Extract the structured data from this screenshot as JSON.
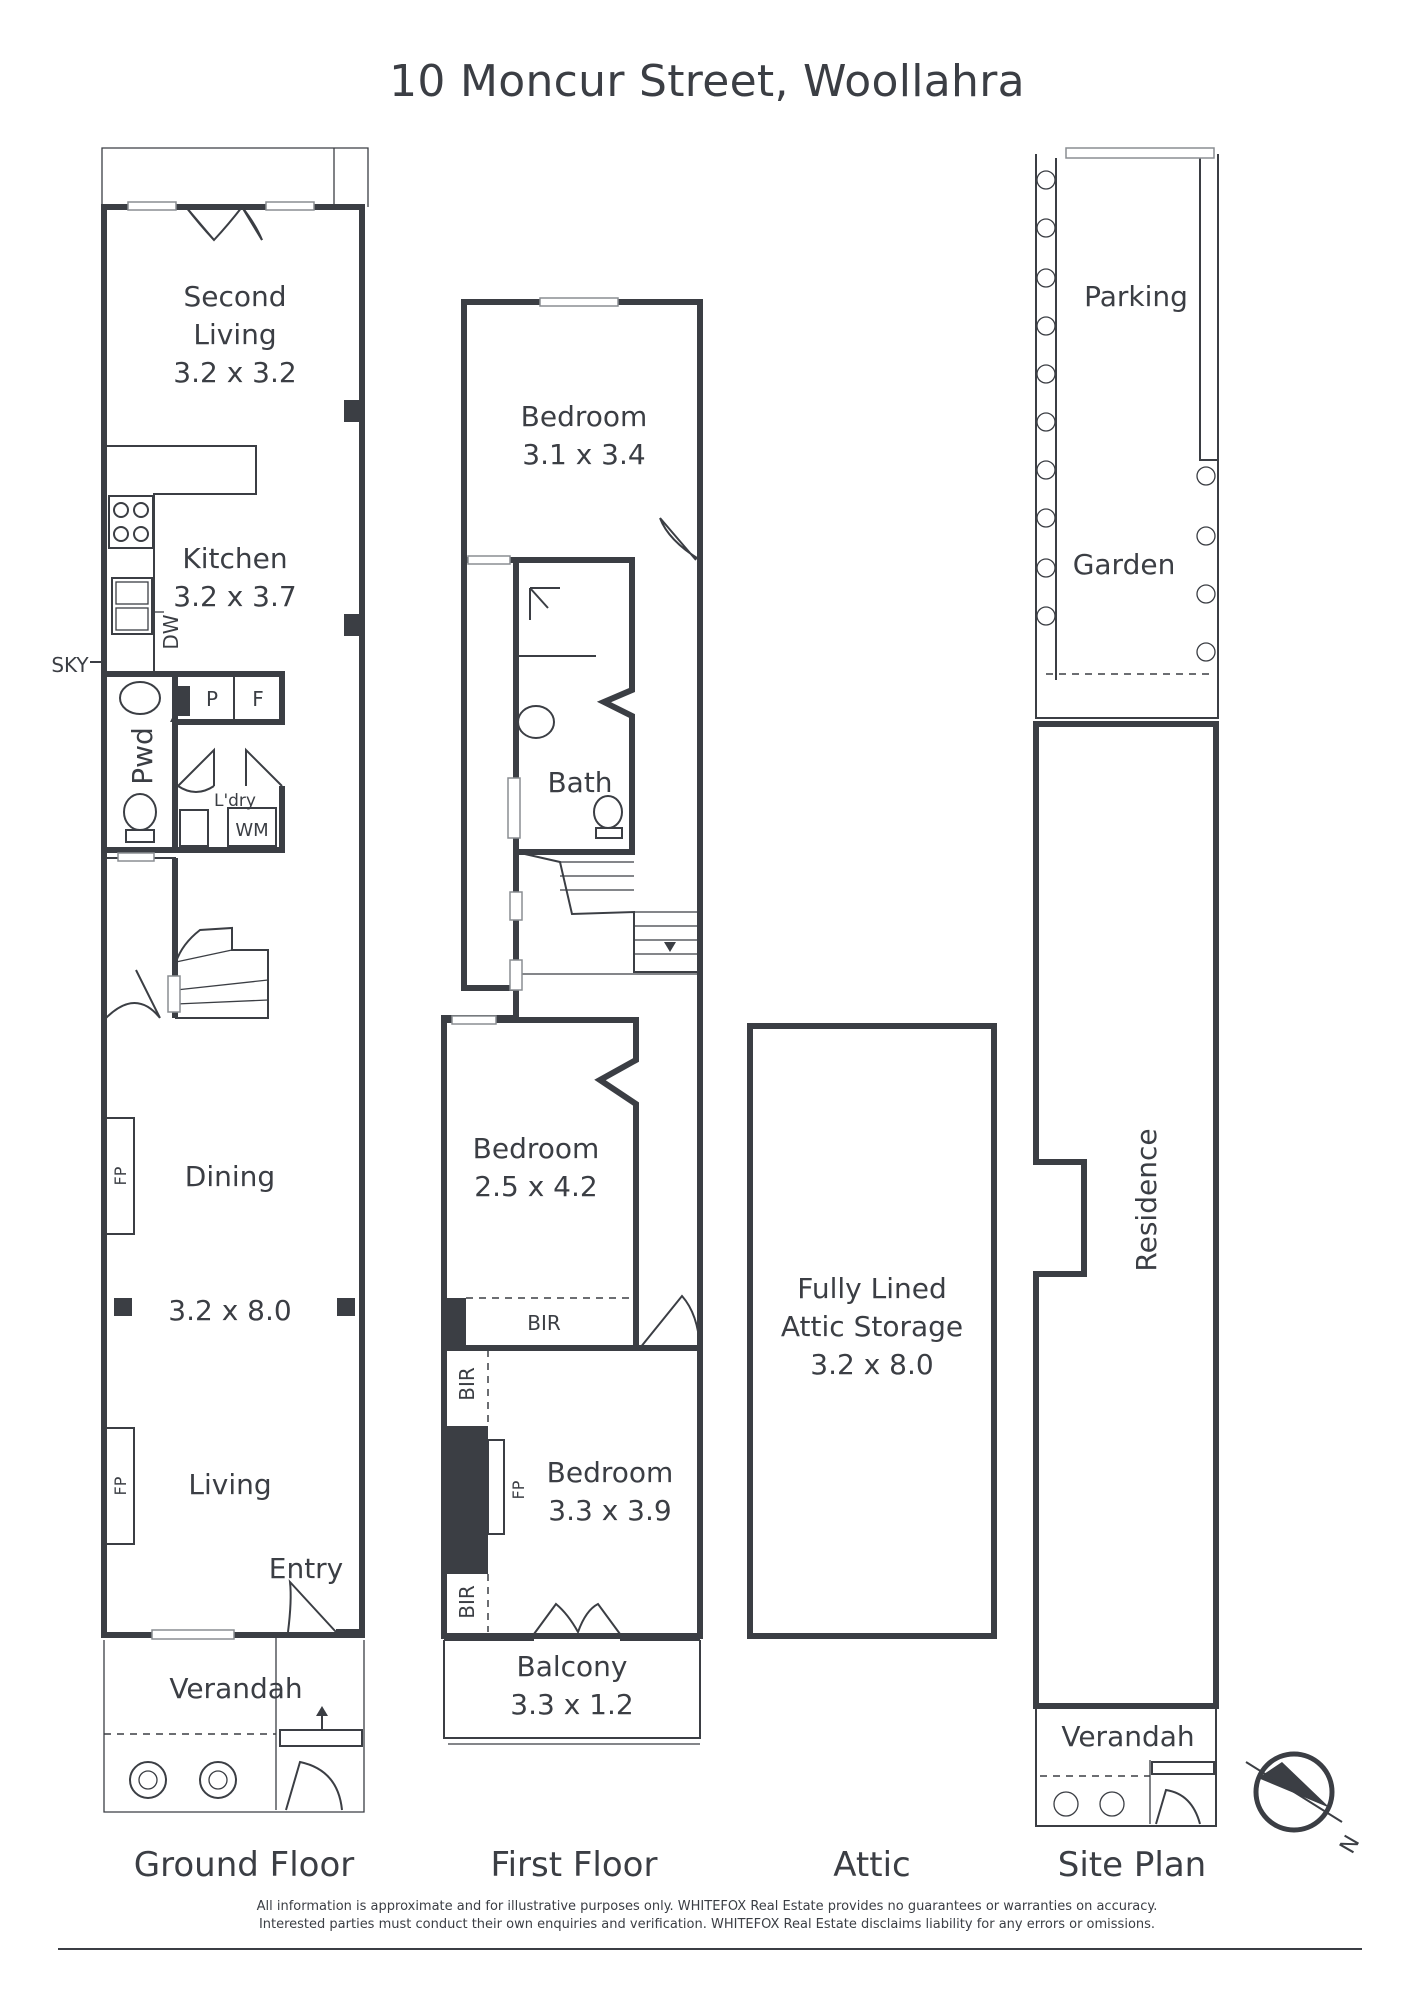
{
  "title": "10 Moncur Street, Woollahra",
  "floors": {
    "ground": {
      "label": "Ground Floor",
      "rooms": {
        "second_living": {
          "name_1": "Second",
          "name_2": "Living",
          "dims": "3.2 x 3.2"
        },
        "kitchen": {
          "name": "Kitchen",
          "dims": "3.2 x 3.7"
        },
        "dining": {
          "name": "Dining",
          "dims": "3.2 x 8.0"
        },
        "living": {
          "name": "Living"
        },
        "entry": {
          "name": "Entry"
        },
        "verandah": {
          "name": "Verandah"
        },
        "pwd": {
          "name": "Pwd"
        },
        "ldry": {
          "name": "L'dry"
        }
      },
      "fixtures": {
        "dw": "DW",
        "sky": "SKY",
        "p": "P",
        "f": "F",
        "wm": "WM",
        "fp": "FP"
      }
    },
    "first": {
      "label": "First Floor",
      "rooms": {
        "bedroom_top": {
          "name": "Bedroom",
          "dims": "3.1 x 3.4"
        },
        "bath": {
          "name": "Bath"
        },
        "bedroom_mid": {
          "name": "Bedroom",
          "dims": "2.5 x 4.2"
        },
        "bedroom_bottom": {
          "name": "Bedroom",
          "dims": "3.3 x 3.9"
        },
        "balcony": {
          "name": "Balcony",
          "dims": "3.3 x 1.2"
        }
      },
      "fixtures": {
        "bir": "BIR",
        "fp": "FP"
      }
    },
    "attic": {
      "label": "Attic",
      "rooms": {
        "storage": {
          "name_1": "Fully Lined",
          "name_2": "Attic Storage",
          "dims": "3.2 x 8.0"
        }
      }
    },
    "site": {
      "label": "Site Plan",
      "areas": {
        "parking": "Parking",
        "garden": "Garden",
        "residence": "Residence",
        "verandah": "Verandah"
      }
    }
  },
  "compass": {
    "label": "N",
    "icon": "north-compass-icon"
  },
  "disclaimer": {
    "line1": "All information is approximate and for illustrative purposes only. WHITEFOX Real Estate provides no guarantees or warranties on accuracy.",
    "line2": "Interested parties must conduct their own enquiries and verification. WHITEFOX Real Estate disclaims liability for any errors or omissions."
  }
}
